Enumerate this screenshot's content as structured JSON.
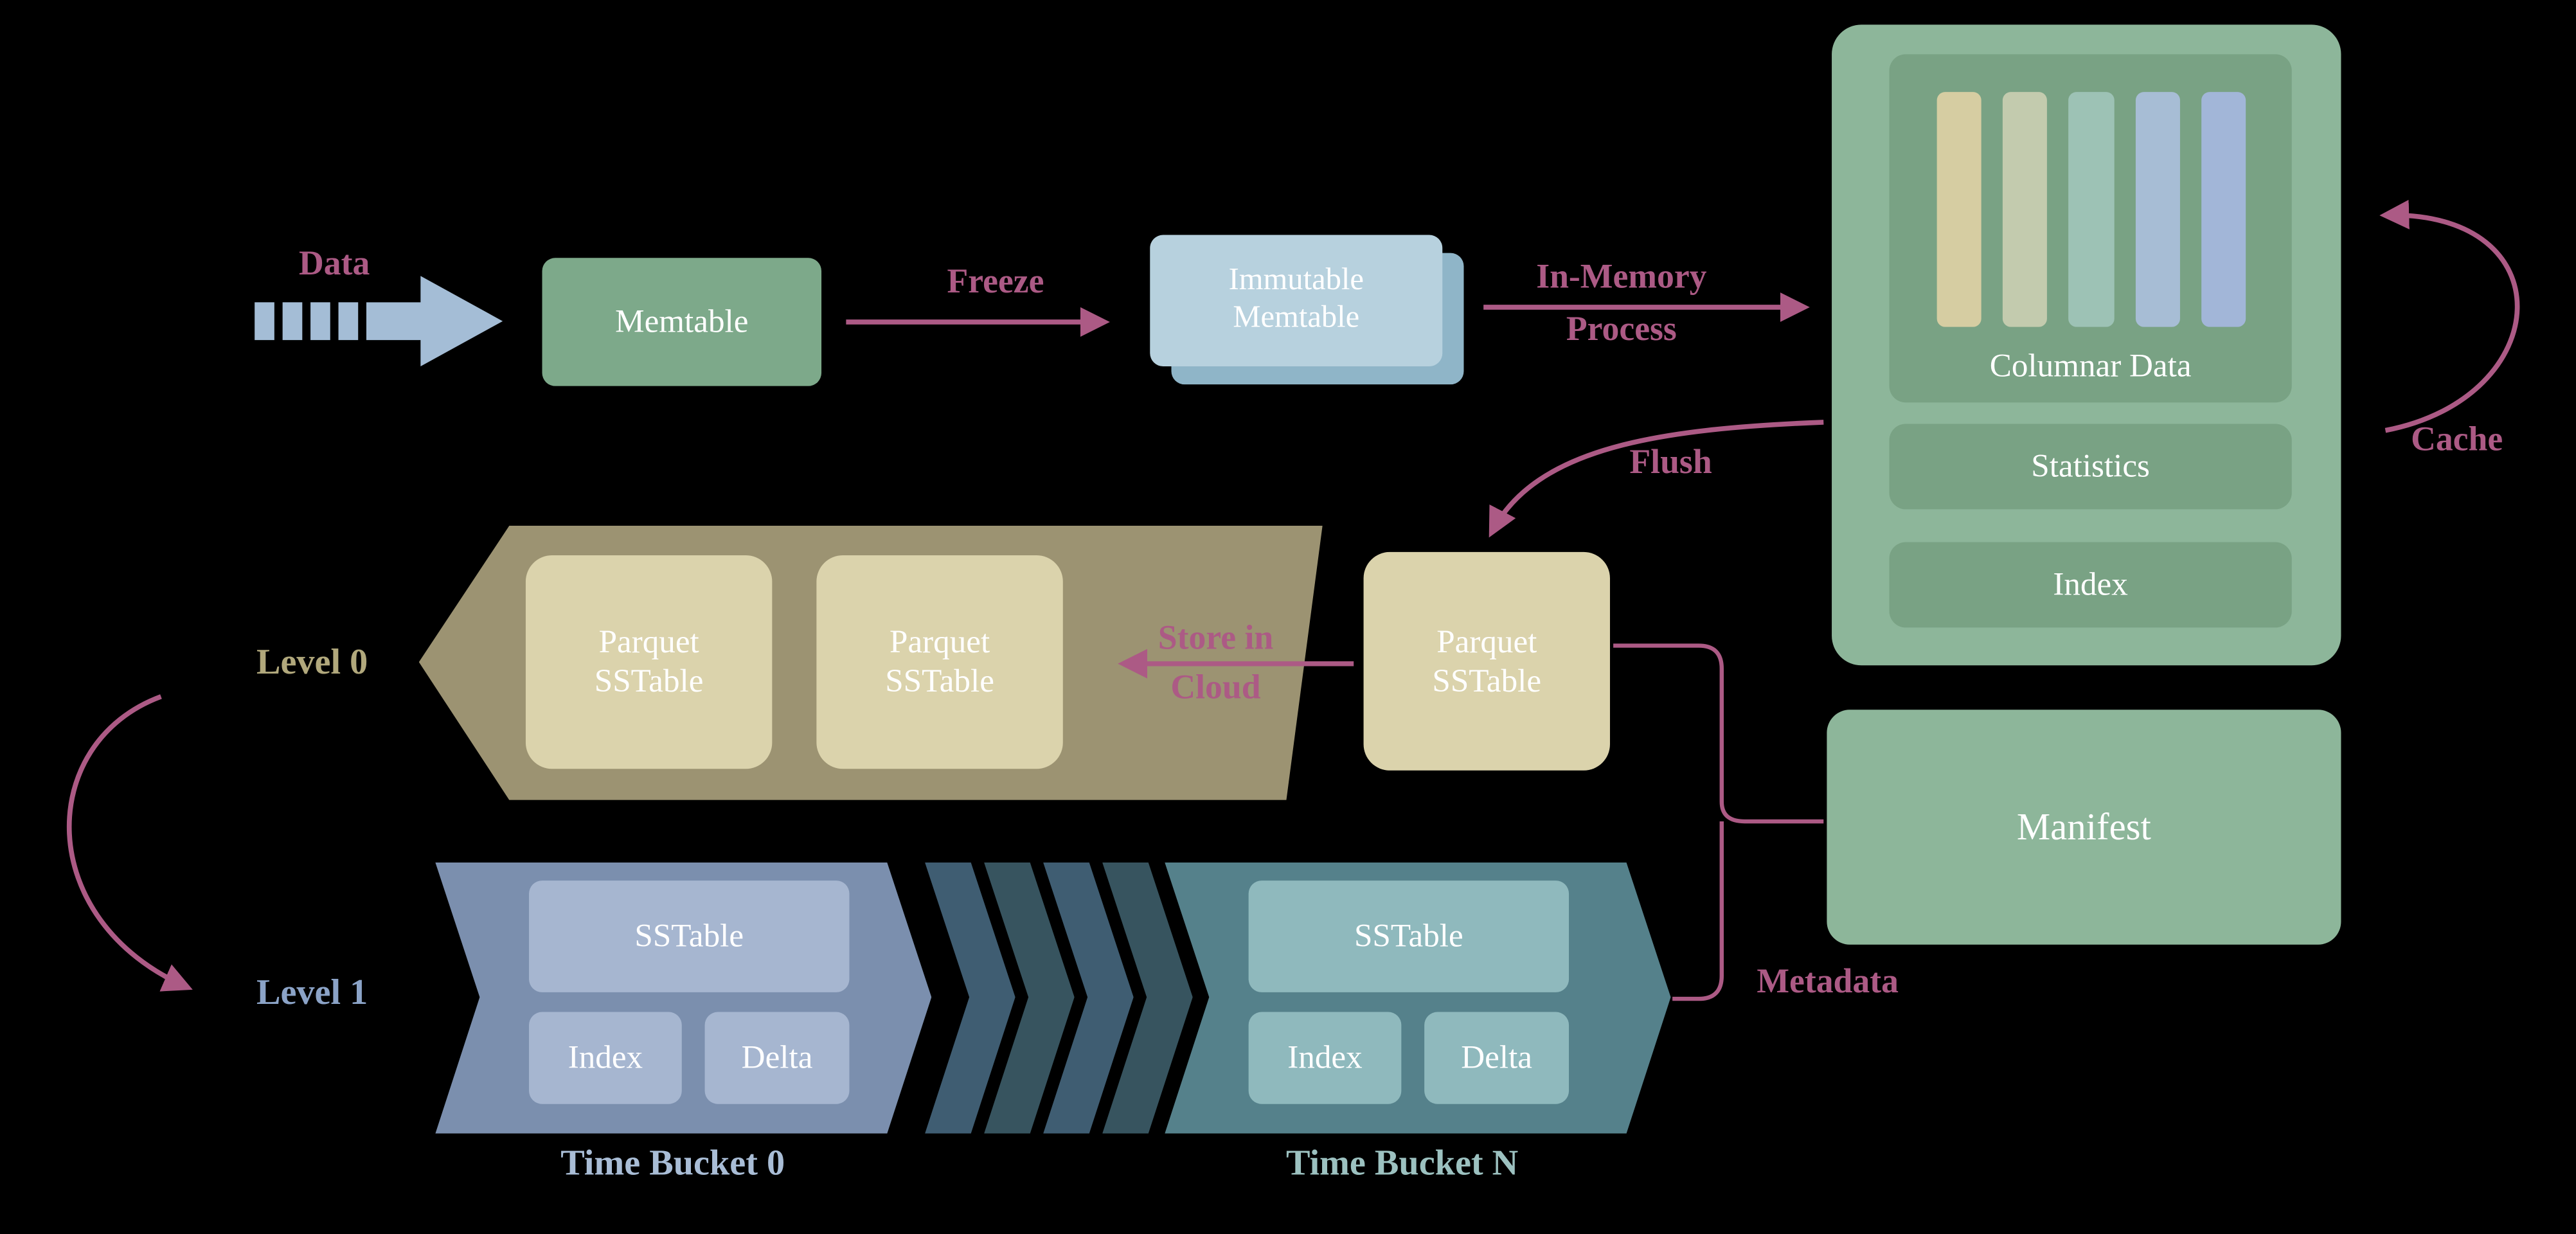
{
  "colors": {
    "background": "#000000",
    "accent_pink": "#ac5a85",
    "green_box": "#7da98a",
    "green_panel": "#8db69a",
    "green_dark": "#79a284",
    "immutable_front_blue": "#b7d1de",
    "immutable_back_blue": "#8fb5c8",
    "tan_box": "#dbd3ac",
    "tan_band": "#9c9372",
    "slate_band": "#7b8fae",
    "slate_box": "#a6b6d0",
    "teal_band": "#55818b",
    "teal_box": "#8fb9bd",
    "data_arrow_blue": "#a4bdd6"
  },
  "pipeline": {
    "data_label": "Data",
    "memtable": "Memtable",
    "freeze": "Freeze",
    "immutable_memtable": "Immutable Memtable",
    "in_memory_line1": "In-Memory",
    "in_memory_line2": "Process",
    "flush": "Flush",
    "cache": "Cache"
  },
  "memory_panel": {
    "columnar_data": "Columnar Data",
    "statistics": "Statistics",
    "index": "Index",
    "bar_colors": [
      "#d6cda2",
      "#c3cbae",
      "#9dc2b5",
      "#a7bdd5",
      "#a2b6d8"
    ]
  },
  "cloud": {
    "parquet_sstable": "Parquet SSTable",
    "store_line1": "Store in",
    "store_line2": "Cloud",
    "level0": "Level 0",
    "level1": "Level 1",
    "sstable": "SSTable",
    "index": "Index",
    "delta": "Delta",
    "time_bucket_0": "Time Bucket 0",
    "time_bucket_n": "Time Bucket N",
    "metadata": "Metadata",
    "manifest": "Manifest"
  }
}
